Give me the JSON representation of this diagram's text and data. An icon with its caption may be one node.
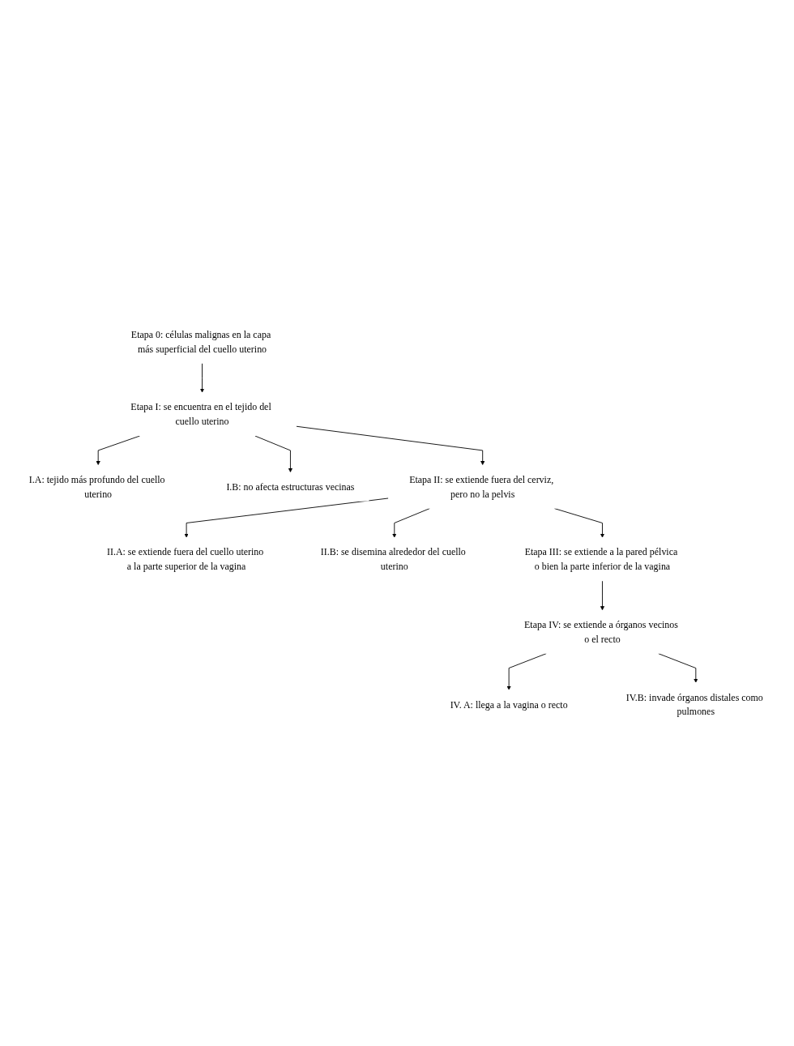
{
  "diagram": {
    "nodes": [
      {
        "text": [
          "Etapa 0: células malignas en la capa más superficial del cuello uterino"
        ]
      },
      {
        "text": [
          "Etapa I: se encuentra en el tejido del cuello uterino"
        ]
      },
      {
        "text": [
          "I.A: tejido más profundo del cuello uterino"
        ]
      },
      {
        "text": [
          "I.B: no afecta estructuras vecinas"
        ]
      },
      {
        "text": [
          "Etapa II: se extiende fuera del cerviz, pero no la pelvis"
        ]
      },
      {
        "text": [
          "II.A: se extiende fuera del cuello uterino a la parte superior de la vagina"
        ]
      },
      {
        "text": [
          "II.B: se disemina alrededor del cuello uterino"
        ]
      },
      {
        "text": [
          "Etapa III: se extiende a la pared pélvica o bien la parte inferior de la vagina"
        ]
      },
      {
        "text": [
          "Etapa IV: se extiende a órganos vecinos o el recto"
        ]
      },
      {
        "text": [
          "IV. A: llega a la vagina o recto"
        ]
      },
      {
        "text": [
          "IV.B: invade órganos distales como pulmones"
        ]
      }
    ],
    "edges": [
      {
        "from": 0,
        "to": 1,
        "arrow": "to"
      },
      {
        "from": 1,
        "to": 2,
        "arrow": "to"
      },
      {
        "from": 1,
        "to": 3,
        "arrow": "to"
      },
      {
        "from": 1,
        "to": 4,
        "arrow": "to"
      },
      {
        "from": 4,
        "to": 5,
        "arrow": "to"
      },
      {
        "from": 4,
        "to": 6,
        "arrow": "to"
      },
      {
        "from": 4,
        "to": 7,
        "arrow": "to"
      },
      {
        "from": 7,
        "to": 8,
        "arrow": "to"
      },
      {
        "from": 8,
        "to": 9,
        "arrow": "to"
      },
      {
        "from": 8,
        "to": 10,
        "arrow": "to"
      }
    ]
  }
}
